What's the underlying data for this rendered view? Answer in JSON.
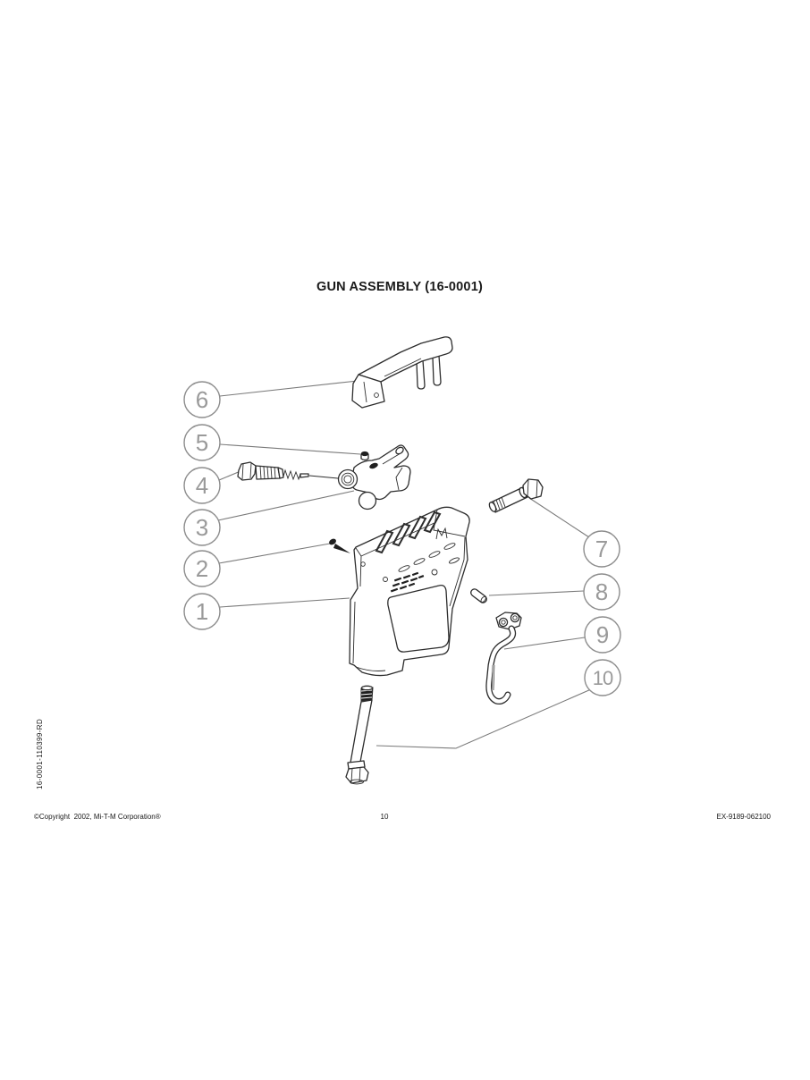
{
  "page": {
    "title": "GUN ASSEMBLY (16-0001)",
    "side_label": "16-0001-110399-RD",
    "footer": {
      "copyright": "©Copyright  2002, Mi-T-M Corporation®",
      "page_number": "10",
      "doc_code": "EX-9189-062100"
    }
  },
  "diagram": {
    "assembly_name": "GUN ASSEMBLY",
    "assembly_part_number": "16-0001",
    "callouts": [
      "1",
      "2",
      "3",
      "4",
      "5",
      "6",
      "7",
      "8",
      "9",
      "10"
    ],
    "colors": {
      "line": "#2d2d2d",
      "dark_fill": "#1f1f1f",
      "callout_outline": "#8d8d8d",
      "callout_number": "#9a9a9a",
      "leader_line": "#7a7a7a",
      "background": "#ffffff"
    }
  }
}
